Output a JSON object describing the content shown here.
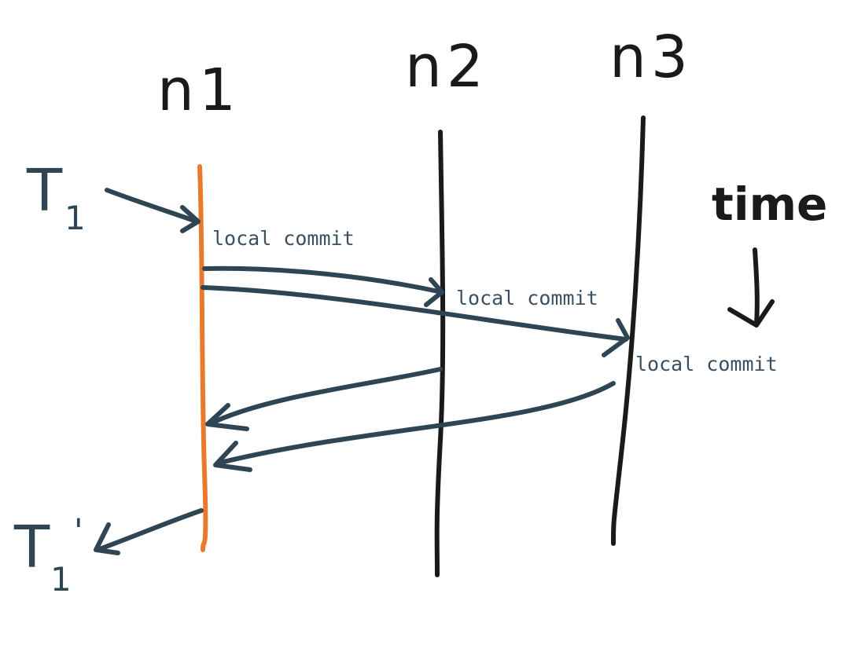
{
  "nodes": {
    "n1": "n1",
    "n2": "n2",
    "n3": "n3"
  },
  "labels": {
    "t1_main": "T",
    "t1_sub": "1",
    "t1p_main": "T",
    "t1p_sub": "1",
    "t1p_prime": "'",
    "time": "time",
    "commit_n1": "local commit",
    "commit_n2": "local commit",
    "commit_n3": "local commit"
  },
  "colors": {
    "n1_line": "#e87a2c",
    "node_line": "#1a1a1a",
    "arrow": "#2f4554"
  },
  "icons": {
    "time_direction": "arrow-down-icon"
  }
}
